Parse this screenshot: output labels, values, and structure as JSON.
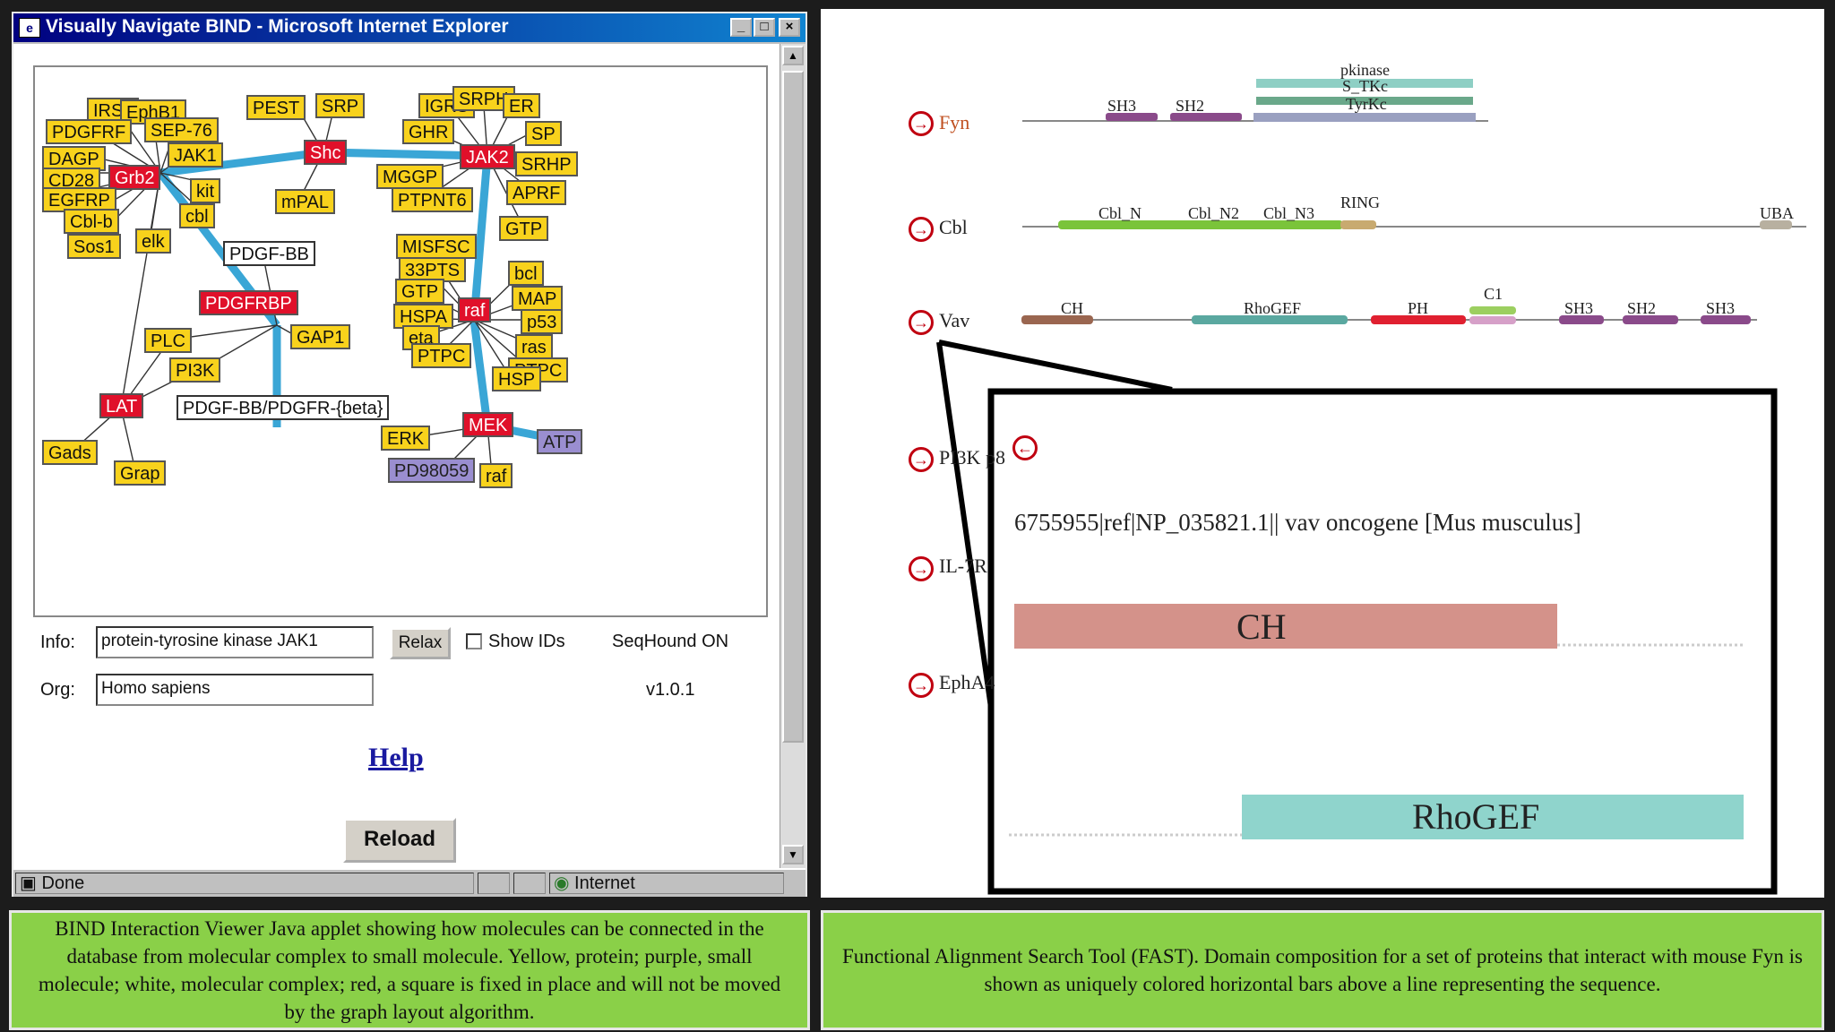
{
  "window": {
    "title": "Visually Navigate BIND - Microsoft Internet Explorer",
    "min_btn": "_",
    "max_btn": "□",
    "close_btn": "×"
  },
  "graph": {
    "nodes": {
      "irs1": "IRS1",
      "ephb1": "EphB1",
      "pdgfrf": "PDGFRF",
      "sep76": "SEP-76",
      "jak1": "JAK1",
      "dagp": "DAGP",
      "cd28": "CD28",
      "egfrp": "EGFRP",
      "cblb": "Cbl-b",
      "sos1": "Sos1",
      "grb2": "Grb2",
      "kit": "kit",
      "cbl": "cbl",
      "elk": "elk",
      "pest": "PEST",
      "srp": "SRP",
      "shc": "Shc",
      "mpal": "mPAL",
      "igrs": "IGRS",
      "srph": "SRPH",
      "er": "ER",
      "ghr": "GHR",
      "sp": "SP",
      "jak2": "JAK2",
      "srhp": "SRHP",
      "mggp": "MGGP",
      "ptpnt6": "PTPNT6",
      "aprf": "APRF",
      "gtp1": "GTP",
      "pdgfbb": "PDGF-BB",
      "pdgfrbp": "PDGFRBP",
      "plc": "PLC",
      "gap1": "GAP1",
      "pi3k": "PI3K",
      "lat": "LAT",
      "gads": "Gads",
      "grap": "Grap",
      "complex": "PDGF-BB/PDGFR-{beta}",
      "misfsc": "MISFSC",
      "pts33": "33PTS",
      "gtp2": "GTP",
      "hspa": "HSPA",
      "eta": "eta",
      "ptpc1": "PTPC",
      "raf": "raf",
      "bcl": "bcl",
      "map": "MAP",
      "p53": "p53",
      "ras": "ras",
      "ptpc2": "PTPC",
      "hsp": "HSP",
      "mek": "MEK",
      "atp": "ATP",
      "erk": "ERK",
      "pd98059": "PD98059",
      "raf2": "raf"
    }
  },
  "form": {
    "info_label": "Info:",
    "info_value": "protein-tyrosine kinase  JAK1",
    "relax_button": "Relax",
    "show_ids_label": "Show IDs",
    "seqhound": "SeqHound ON",
    "org_label": "Org:",
    "org_value": "Homo sapiens",
    "version": "v1.0.1",
    "help_link": "Help",
    "reload_button": "Reload"
  },
  "statusbar": {
    "done": "Done",
    "zone": "Internet"
  },
  "fast": {
    "proteins": [
      "Fyn",
      "Cbl",
      "Vav",
      "PI3K p8",
      "IL-7R",
      "EphA4"
    ],
    "fyn_domains": [
      "SH3",
      "SH2",
      "pkinase",
      "S_TKc",
      "TyrKc"
    ],
    "cbl_domains": [
      "Cbl_N",
      "Cbl_N2",
      "Cbl_N3",
      "RING",
      "UBA"
    ],
    "vav_domains": [
      "CH",
      "RhoGEF",
      "PH",
      "C1",
      "SH3",
      "SH2",
      "SH3"
    ],
    "zoom_header": "6755955|ref|NP_035821.1|| vav oncogene [Mus musculus]",
    "zoom_domain1": "CH",
    "zoom_domain2": "RhoGEF",
    "colors": {
      "sh3": "#8a4a8a",
      "pkinase": "#8ecfc4",
      "cbl": "#7ac43a",
      "ch": "#9a6650",
      "rhogef": "#5aa8a0",
      "ph": "#e02030",
      "zoom_ch": "#d4928a",
      "zoom_rhogef": "#8fd4cc"
    }
  },
  "captions": {
    "left": "BIND Interaction Viewer Java applet showing how molecules can be connected in the database from molecular complex to small molecule. Yellow, protein; purple, small molecule; white, molecular complex; red, a square is fixed in place and will not be moved by the graph layout algorithm.",
    "right": "Functional Alignment Search Tool (FAST). Domain composition for a set of proteins that interact with mouse Fyn is shown as uniquely colored horizontal bars above a line representing the sequence."
  }
}
